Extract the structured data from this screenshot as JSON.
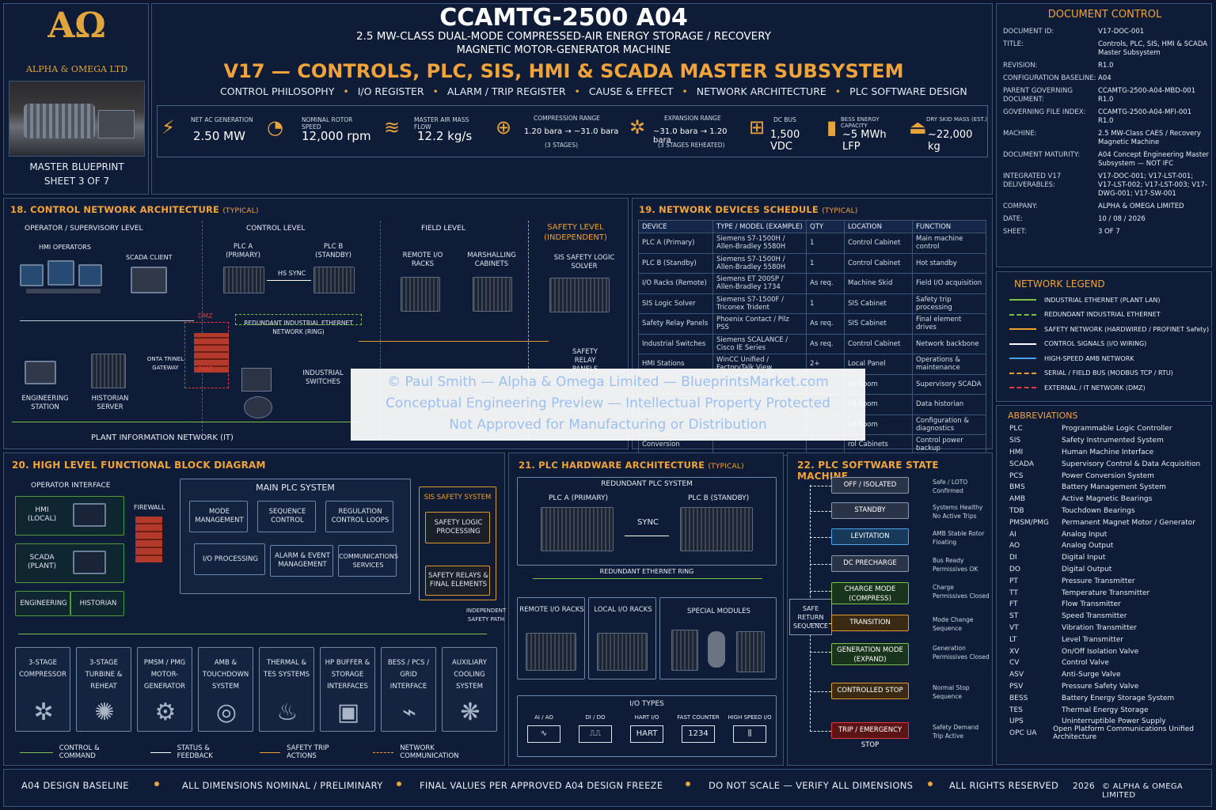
{
  "logo": {
    "mark": "AΩ",
    "company": "ALPHA & OMEGA LTD",
    "sheet_label_1": "MASTER BLUEPRINT",
    "sheet_label_2": "SHEET 3 OF 7"
  },
  "header": {
    "title": "CCAMTG-2500 A04",
    "subtitle1": "2.5 MW-CLASS DUAL-MODE COMPRESSED-AIR ENERGY STORAGE / RECOVERY",
    "subtitle2": "MAGNETIC MOTOR-GENERATOR MACHINE",
    "main": "V17 — CONTROLS, PLC, SIS, HMI & SCADA MASTER SUBSYSTEM",
    "tags": [
      "CONTROL PHILOSOPHY",
      "I/O REGISTER",
      "ALARM / TRIP REGISTER",
      "CAUSE & EFFECT",
      "NETWORK ARCHITECTURE",
      "PLC SOFTWARE DESIGN"
    ]
  },
  "kpis": [
    {
      "icon": "lightning-icon",
      "label": "NET AC GENERATION",
      "value": "2.50 MW"
    },
    {
      "icon": "gauge-icon",
      "label": "NOMINAL ROTOR SPEED",
      "value": "12,000 rpm"
    },
    {
      "icon": "airflow-icon",
      "label": "MASTER AIR MASS FLOW",
      "value": "12.2 kg/s"
    },
    {
      "icon": "compressor-icon",
      "label": "COMPRESSION RANGE",
      "value": "1.20 bara → ~31.0 bara",
      "note": "(3 STAGES)"
    },
    {
      "icon": "turbine-icon",
      "label": "EXPANSION RANGE",
      "value": "~31.0 bara → 1.20 bara",
      "note": "(3 STAGES REHEATED)"
    },
    {
      "icon": "dc-bus-icon",
      "label": "DC BUS",
      "value": "1,500 VDC"
    },
    {
      "icon": "battery-icon",
      "label": "BESS ENERGY CAPACITY",
      "value": "~5 MWh LFP"
    },
    {
      "icon": "weight-icon",
      "label": "DRY SKID MASS (EST.)",
      "value": "~22,000 kg"
    }
  ],
  "doc_control": {
    "title": "DOCUMENT CONTROL",
    "rows": [
      {
        "k": "DOCUMENT ID:",
        "v": "V17-DOC-001"
      },
      {
        "k": "TITLE:",
        "v": "Controls, PLC, SIS, HMI & SCADA Master Subsystem"
      },
      {
        "k": "REVISION:",
        "v": "R1.0"
      },
      {
        "k": "CONFIGURATION BASELINE:",
        "v": "A04"
      },
      {
        "k": "PARENT GOVERNING DOCUMENT:",
        "v": "CCAMTG-2500-A04-MBD-001 R1.0"
      },
      {
        "k": "GOVERNING FILE INDEX:",
        "v": "CCAMTG-2500-A04-MFI-001 R1.0"
      },
      {
        "k": "MACHINE:",
        "v": "2.5 MW-Class CAES / Recovery Magnetic Machine"
      },
      {
        "k": "DOCUMENT MATURITY:",
        "v": "A04 Concept Engineering Master Subsystem — NOT IFC"
      },
      {
        "k": "INTEGRATED V17 DELIVERABLES:",
        "v": "V17-DOC-001; V17-LST-001; V17-LST-002; V17-LST-003; V17-DWG-001; V17-SW-001"
      },
      {
        "k": "COMPANY:",
        "v": "ALPHA & OMEGA LIMITED"
      },
      {
        "k": "DATE:",
        "v": "10 / 08 / 2026"
      },
      {
        "k": "SHEET:",
        "v": "3 OF 7"
      }
    ]
  },
  "legend": {
    "title": "NETWORK LEGEND",
    "items": [
      {
        "label": "INDUSTRIAL ETHERNET (PLANT LAN)",
        "color": "#7cc242",
        "style": "solid"
      },
      {
        "label": "REDUNDANT INDUSTRIAL ETHERNET",
        "color": "#7cc242",
        "style": "dashed"
      },
      {
        "label": "SAFETY NETWORK (HARDWIRED / PROFINET Safety)",
        "color": "#f0a030",
        "style": "solid"
      },
      {
        "label": "CONTROL SIGNALS (I/O WIRING)",
        "color": "#ffffff",
        "style": "solid"
      },
      {
        "label": "HIGH-SPEED AMB NETWORK",
        "color": "#4aa3e8",
        "style": "solid"
      },
      {
        "label": "SERIAL / FIELD BUS (MODBUS TCP / RTU)",
        "color": "#f0a030",
        "style": "dashed"
      },
      {
        "label": "EXTERNAL / IT NETWORK (DMZ)",
        "color": "#e03a3a",
        "style": "dashed"
      }
    ]
  },
  "abbreviations": {
    "title": "ABBREVIATIONS",
    "items": [
      [
        "PLC",
        "Programmable Logic Controller"
      ],
      [
        "SIS",
        "Safety Instrumented System"
      ],
      [
        "HMI",
        "Human Machine Interface"
      ],
      [
        "SCADA",
        "Supervisory Control & Data Acquisition"
      ],
      [
        "PCS",
        "Power Conversion System"
      ],
      [
        "BMS",
        "Battery Management System"
      ],
      [
        "AMB",
        "Active Magnetic Bearings"
      ],
      [
        "TDB",
        "Touchdown Bearings"
      ],
      [
        "PMSM/PMG",
        "Permanent Magnet Motor / Generator"
      ],
      [
        "AI",
        "Analog Input"
      ],
      [
        "AO",
        "Analog Output"
      ],
      [
        "DI",
        "Digital Input"
      ],
      [
        "DO",
        "Digital Output"
      ],
      [
        "PT",
        "Pressure Transmitter"
      ],
      [
        "TT",
        "Temperature Transmitter"
      ],
      [
        "FT",
        "Flow Transmitter"
      ],
      [
        "ST",
        "Speed Transmitter"
      ],
      [
        "VT",
        "Vibration Transmitter"
      ],
      [
        "LT",
        "Level Transmitter"
      ],
      [
        "XV",
        "On/Off Isolation Valve"
      ],
      [
        "CV",
        "Control Valve"
      ],
      [
        "ASV",
        "Anti-Surge Valve"
      ],
      [
        "PSV",
        "Pressure Safety Valve"
      ],
      [
        "BESS",
        "Battery Energy Storage System"
      ],
      [
        "TES",
        "Thermal Energy Storage"
      ],
      [
        "UPS",
        "Uninterruptible Power Supply"
      ],
      [
        "OPC UA",
        "Open Platform Communications Unified Architecture"
      ]
    ]
  },
  "s18": {
    "title": "18. CONTROL NETWORK ARCHITECTURE",
    "note": "(TYPICAL)",
    "levels": [
      "OPERATOR / SUPERVISORY LEVEL",
      "CONTROL LEVEL",
      "FIELD LEVEL",
      "SAFETY LEVEL (INDEPENDENT)"
    ],
    "hmi": "HMI OPERATORS",
    "scada": "SCADA CLIENT",
    "plca": "PLC A (PRIMARY)",
    "plcb": "PLC B (STANDBY)",
    "hs": "HS SYNC",
    "ring": "REDUNDANT INDUSTRIAL ETHERNET NETWORK (RING)",
    "remote": "REMOTE I/O RACKS",
    "marsh": "MARSHALLING CABINETS",
    "sis": "SIS SAFETY LOGIC SOLVER",
    "relay": "SAFETY RELAY PANELS",
    "dmz": "DMZ",
    "onto": "ONTA TRINEL GATEWAY",
    "eng": "ENGINEERING STATION",
    "hist": "HISTORIAN SERVER",
    "switch": "INDUSTRIAL SWITCHES",
    "pin": "PLANT INFORMATION NETWORK (IT)"
  },
  "s19": {
    "title": "19. NETWORK DEVICES SCHEDULE",
    "note": "(TYPICAL)",
    "headers": [
      "DEVICE",
      "TYPE / MODEL (EXAMPLE)",
      "QTY",
      "LOCATION",
      "FUNCTION"
    ],
    "rows": [
      [
        "PLC A (Primary)",
        "Siemens S7-1500H / Allen-Bradley 5580H",
        "1",
        "Control Cabinet",
        "Main machine control"
      ],
      [
        "PLC B (Standby)",
        "Siemens S7-1500H / Allen-Bradley 5580H",
        "1",
        "Control Cabinet",
        "Hot standby"
      ],
      [
        "I/O Racks (Remote)",
        "Siemens ET 200SP / Allen-Bradley 1734",
        "As req.",
        "Machine Skid",
        "Field I/O acquisition"
      ],
      [
        "SIS Logic Solver",
        "Siemens S7-1500F / Triconex Trident",
        "1",
        "SIS Cabinet",
        "Safety trip processing"
      ],
      [
        "Safety Relay Panels",
        "Phoenix Contact / Pilz PSS",
        "As req.",
        "SIS Cabinet",
        "Final element drives"
      ],
      [
        "Industrial Switches",
        "Siemens SCALANCE / Cisco IE Series",
        "As req.",
        "Control Cabinet",
        "Network backbone"
      ],
      [
        "HMI Stations",
        "WinCC Unified / FactoryTalk View",
        "2+",
        "Local Panel",
        "Operations & maintenance"
      ],
      [
        "",
        "",
        "",
        "rol Room",
        "Supervisory SCADA"
      ],
      [
        "",
        "",
        "",
        "rol Room",
        "Data historian"
      ],
      [
        "",
        "",
        "",
        "rol Room",
        "Configuration & diagnostics"
      ],
      [
        "Conversion",
        "",
        "",
        "rol Cabinets",
        "Control power backup"
      ]
    ]
  },
  "watermark": [
    "© Paul Smith — Alpha & Omega Limited — BlueprintsMarket.com",
    "Conceptual Engineering Preview — Intellectual Property Protected",
    "Not Approved for Manufacturing or Distribution"
  ],
  "s20": {
    "title": "20. HIGH LEVEL FUNCTIONAL BLOCK DIAGRAM",
    "opif": "OPERATOR INTERFACE",
    "hmi": "HMI (LOCAL)",
    "scada": "SCADA (PLANT)",
    "eng": "ENGINEERING",
    "hist": "HISTORIAN",
    "fw": "FIREWALL",
    "main": "MAIN PLC SYSTEM",
    "mode": "MODE MANAGEMENT",
    "seq": "SEQUENCE CONTROL",
    "reg": "REGULATION CONTROL LOOPS",
    "io": "I/O PROCESSING",
    "alarm": "ALARM & EVENT MANAGEMENT",
    "comms": "COMMUNICATIONS SERVICES",
    "sis": "SIS SAFETY SYSTEM",
    "slp": "SAFETY LOGIC PROCESSING",
    "srf": "SAFETY RELAYS & FINAL ELEMENTS",
    "isp": "INDEPENDENT SAFETY PATH",
    "blocks": [
      {
        "label": "3-STAGE COMPRESSOR",
        "icon": "compressor-icon"
      },
      {
        "label": "3-STAGE TURBINE & REHEAT",
        "icon": "turbine-icon"
      },
      {
        "label": "PMSM / PMG MOTOR-GENERATOR",
        "icon": "motor-icon"
      },
      {
        "label": "AMB & TOUCHDOWN SYSTEM",
        "icon": "bearing-icon"
      },
      {
        "label": "THERMAL & TES SYSTEMS",
        "icon": "thermal-icon"
      },
      {
        "label": "HP BUFFER & STORAGE INTERFACES",
        "icon": "tank-icon"
      },
      {
        "label": "BESS / PCS / GRID INTERFACE",
        "icon": "grid-icon"
      },
      {
        "label": "AUXILIARY COOLING SYSTEM",
        "icon": "fan-icon"
      }
    ],
    "legend": [
      "CONTROL & COMMAND",
      "STATUS & FEEDBACK",
      "SAFETY TRIP ACTIONS",
      "NETWORK COMMUNICATION"
    ]
  },
  "s21": {
    "title": "21. PLC HARDWARE ARCHITECTURE",
    "note": "(TYPICAL)",
    "red": "REDUNDANT PLC SYSTEM",
    "plca": "PLC A (PRIMARY)",
    "plcb": "PLC B (STANDBY)",
    "sync": "SYNC",
    "ring": "REDUNDANT ETHERNET RING",
    "remote": "REMOTE I/O RACKS",
    "local": "LOCAL I/O RACKS",
    "special": "SPECIAL MODULES",
    "iotypes": "I/O TYPES",
    "types": [
      {
        "l": "AI / AO",
        "g": "∿"
      },
      {
        "l": "DI / DO",
        "g": "⎍⎍"
      },
      {
        "l": "HART I/O",
        "g": "HART"
      },
      {
        "l": "FAST COUNTER",
        "g": "1234"
      },
      {
        "l": "HIGH SPEED I/O",
        "g": "⫼"
      }
    ]
  },
  "s22": {
    "title": "22. PLC SOFTWARE STATE MACHINE",
    "safe": "SAFE RETURN SEQUENCE",
    "states": [
      {
        "s": "OFF / ISOLATED",
        "n": "Safe / LOTO Confirmed"
      },
      {
        "s": "STANDBY",
        "n": "Systems Healthy No Active Trips"
      },
      {
        "s": "LEVITATION",
        "n": "AMB Stable Rotor Floating"
      },
      {
        "s": "DC PRECHARGE",
        "n": "Bus Ready Permissives OK"
      },
      {
        "s": "CHARGE MODE (COMPRESS)",
        "n": "Charge Permissives Closed"
      },
      {
        "s": "TRANSITION",
        "n": "Mode Change Sequence"
      },
      {
        "s": "GENERATION MODE (EXPAND)",
        "n": "Generation Permissives Closed"
      },
      {
        "s": "CONTROLLED STOP",
        "n": "Normal Stop Sequence"
      },
      {
        "s": "TRIP / EMERGENCY STOP",
        "n": "Safety Demand Trip Active"
      }
    ]
  },
  "footer": [
    "A04 DESIGN BASELINE",
    "ALL DIMENSIONS NOMINAL / PRELIMINARY",
    "FINAL VALUES PER APPROVED A04 DESIGN FREEZE",
    "DO NOT SCALE — VERIFY ALL DIMENSIONS",
    "ALL RIGHTS RESERVED",
    "2026",
    "© ALPHA & OMEGA LIMITED"
  ]
}
